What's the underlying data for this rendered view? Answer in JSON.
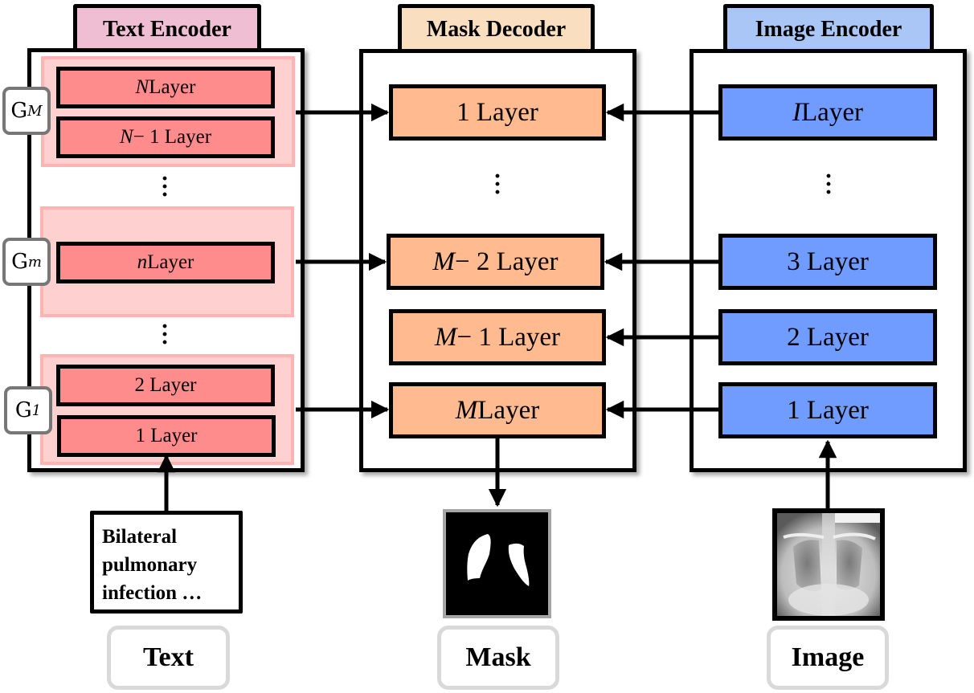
{
  "colors": {
    "text_encoder_tab": "#f0bed3",
    "mask_decoder_tab": "#f9dfbf",
    "image_encoder_tab": "#aac6f7",
    "text_layer": "#ff8c8c",
    "text_group_bg": "#ffd0d0",
    "mask_layer": "#ffbb8f",
    "image_layer": "#719cff",
    "arrow_glow": "#ff8080"
  },
  "text_encoder": {
    "title": "Text Encoder",
    "groups": [
      {
        "badge": "G",
        "badge_sub": "M",
        "layers": [
          {
            "var": "N",
            "label": " Layer"
          },
          {
            "var": "N",
            "label": " − 1 Layer"
          }
        ]
      },
      {
        "badge": "G",
        "badge_sub": "m",
        "layers": [
          {
            "var": "n",
            "label": " Layer"
          }
        ]
      },
      {
        "badge": "G",
        "badge_sub": "1",
        "layers": [
          {
            "var": "",
            "label": "2 Layer"
          },
          {
            "var": "",
            "label": "1 Layer"
          }
        ]
      }
    ],
    "ellipsis": "⋮"
  },
  "mask_decoder": {
    "title": "Mask Decoder",
    "layers": [
      {
        "var": "",
        "label": "1 Layer"
      },
      {
        "var": "M",
        "label": " − 2 Layer"
      },
      {
        "var": "M",
        "label": " − 1 Layer"
      },
      {
        "var": "M",
        "label": " Layer"
      }
    ],
    "ellipsis": "⋮"
  },
  "image_encoder": {
    "title": "Image Encoder",
    "layers": [
      {
        "var": "I",
        "label": " Layer"
      },
      {
        "var": "",
        "label": "3 Layer"
      },
      {
        "var": "",
        "label": "2 Layer"
      },
      {
        "var": "",
        "label": "1 Layer"
      }
    ],
    "ellipsis": "⋮"
  },
  "inputs": {
    "text_input_lines": [
      "Bilateral",
      "pulmonary",
      "infection …"
    ],
    "text_caption": "Text",
    "mask_caption": "Mask",
    "image_caption": "Image",
    "mask_image": "lung-segmentation-mask",
    "xray_image": "chest-x-ray"
  }
}
